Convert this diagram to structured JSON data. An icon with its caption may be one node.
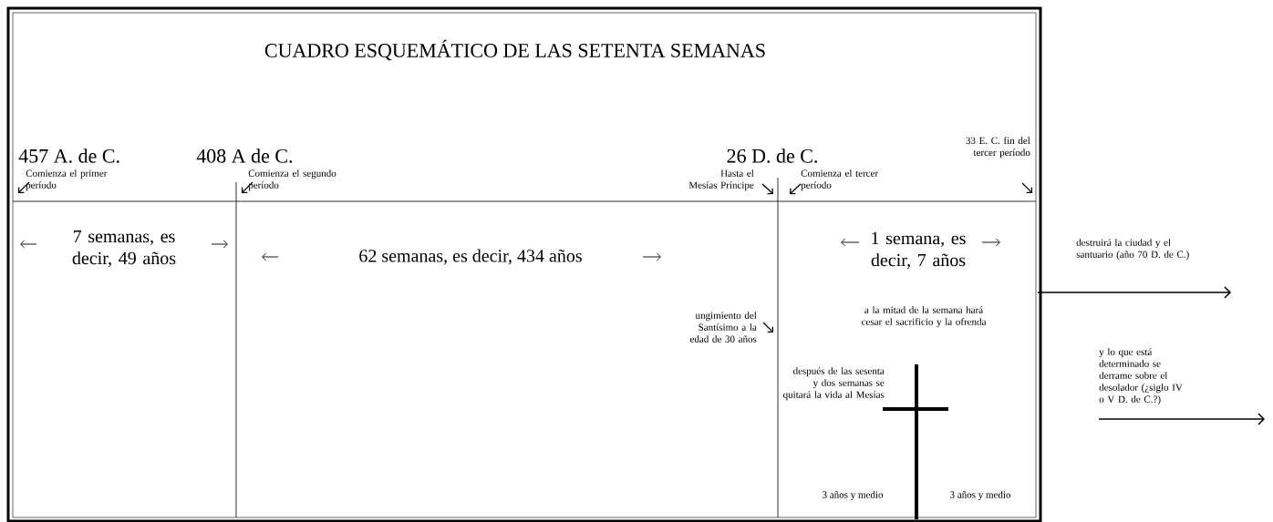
{
  "diagram": {
    "title": "CUADRO ESQUEMÁTICO DE LAS SETENTA SEMANAS",
    "labels": [
      "457 A. de C.",
      "408 A de C.",
      "26 D. de C.",
      "33 E. C. fin del tercer período",
      "Comienza el primer período",
      "Comienza el segundo período",
      "Hasta el Mesías Príncipe",
      "Comienza el tercer período",
      "7 semanas, es decir, 49 años",
      "62 semanas, es decir, 434 años",
      "1 semana, es decir, 7 años",
      "destruirá la ciudad y el santuario (año 70 D. de C.)",
      "ungimiento del Santísimo a la edad de 30 años",
      "a la mitad de la semana hará cesar el sacrificio y la ofrenda",
      "y lo que está determinado se derrame sobre el desolador (¿siglo IV o V D. de C.?)",
      "después de las sesenta y dos semanas se quitará la vida al Mesías",
      "3 años y medio",
      "3 años y medio"
    ]
  }
}
